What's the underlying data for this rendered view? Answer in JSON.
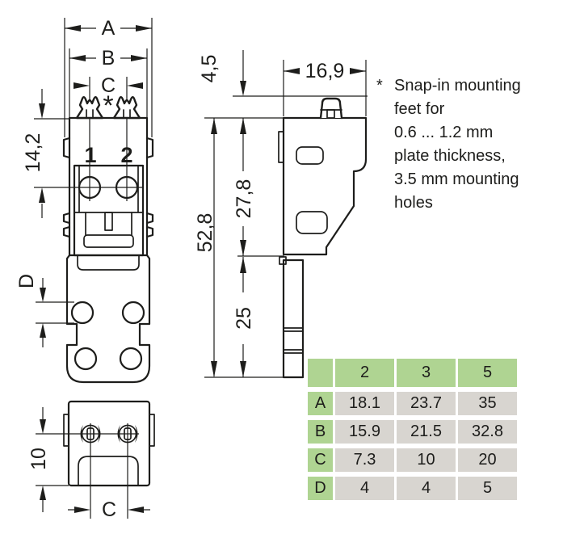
{
  "drawing": {
    "front_view": {
      "dim_width_outer": "A",
      "dim_width_body": "B",
      "dim_feet_spacing": "C",
      "dim_top_to_hole": "14,2",
      "dim_hole_diameter": "D",
      "pole_1": "1",
      "pole_2": "2",
      "footnote_marker": "*"
    },
    "side_view": {
      "dim_foot_height": "4,5",
      "dim_depth": "16,9",
      "dim_upper_section": "27,8",
      "dim_total_height": "52,8",
      "dim_lower_section": "25"
    },
    "bottom_view": {
      "dim_center_to_edge": "10",
      "dim_feet_spacing": "C"
    }
  },
  "note": {
    "marker": "*",
    "lines": [
      "Snap-in mounting",
      "feet for",
      "0.6 ... 1.2 mm",
      "plate thickness,",
      "3.5 mm mounting",
      "holes"
    ]
  },
  "table": {
    "col_headers": [
      "2",
      "3",
      "5"
    ],
    "row_labels": [
      "A",
      "B",
      "C",
      "D"
    ],
    "rows": [
      {
        "label": "A",
        "values": [
          "18.1",
          "23.7",
          "35"
        ]
      },
      {
        "label": "B",
        "values": [
          "15.9",
          "21.5",
          "32.8"
        ]
      },
      {
        "label": "C",
        "values": [
          "7.3",
          "10",
          "20"
        ]
      },
      {
        "label": "D",
        "values": [
          "4",
          "4",
          "5"
        ]
      }
    ]
  },
  "colors": {
    "line": "#1d1d1b",
    "table_header_green": "#afd492",
    "table_cell_gray": "#d8d5d0",
    "background": "#ffffff"
  }
}
